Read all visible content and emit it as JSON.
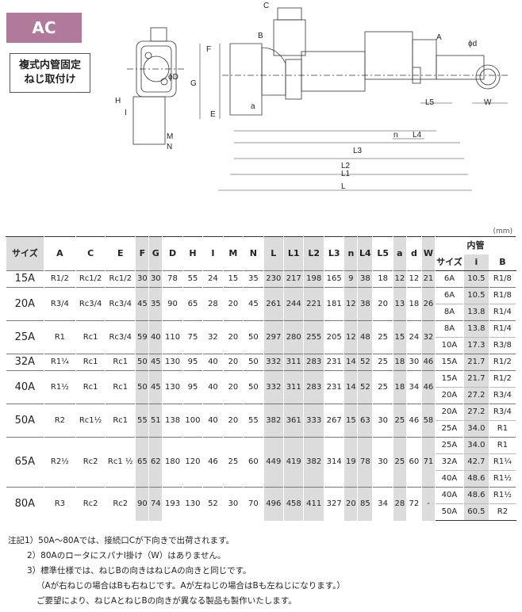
{
  "badge": "AC",
  "subtitle": {
    "line1": "複式内管固定",
    "line2": "ねじ取付け"
  },
  "drawing_labels": {
    "C": "C",
    "A": "A",
    "B": "B",
    "F": "F",
    "G": "G",
    "H": "H",
    "I": "I",
    "phiD": "ϕD",
    "phid": "ϕd",
    "E": "E",
    "a": "a",
    "M": "M",
    "N": "N",
    "n": "n",
    "L5": "L5",
    "L4": "L4",
    "L3": "L3",
    "L2": "L2",
    "L1": "L1",
    "L": "L",
    "W": "W"
  },
  "unit": "(mm)",
  "table": {
    "headers": [
      "サイズ",
      "A",
      "C",
      "E",
      "F",
      "G",
      "D",
      "H",
      "I",
      "M",
      "N",
      "L",
      "L1",
      "L2",
      "L3",
      "n",
      "L4",
      "L5",
      "a",
      "d",
      "W"
    ],
    "inner_pipe": "内管",
    "inner_sub": [
      "サイズ",
      "i",
      "B"
    ],
    "rows": [
      {
        "size": "15A",
        "vals": [
          "R1/2",
          "Rc1/2",
          "Rc1/2",
          "30",
          "30",
          "78",
          "55",
          "24",
          "15",
          "35",
          "230",
          "217",
          "198",
          "165",
          "9",
          "38",
          "18",
          "12",
          "12",
          "21"
        ],
        "pipes": [
          [
            "6A",
            "10.5",
            "R1/8"
          ]
        ]
      },
      {
        "size": "20A",
        "vals": [
          "R3/4",
          "Rc3/4",
          "Rc3/4",
          "45",
          "35",
          "90",
          "65",
          "28",
          "20",
          "45",
          "261",
          "244",
          "221",
          "181",
          "12",
          "38",
          "20",
          "13",
          "18",
          "26"
        ],
        "pipes": [
          [
            "6A",
            "10.5",
            "R1/8"
          ],
          [
            "8A",
            "13.8",
            "R1/4"
          ]
        ]
      },
      {
        "size": "25A",
        "vals": [
          "R1",
          "Rc1",
          "Rc3/4",
          "59",
          "40",
          "110",
          "75",
          "32",
          "20",
          "50",
          "297",
          "280",
          "255",
          "205",
          "12",
          "48",
          "25",
          "15",
          "24",
          "32"
        ],
        "pipes": [
          [
            "8A",
            "13.8",
            "R1/4"
          ],
          [
            "10A",
            "17.3",
            "R3/8"
          ]
        ]
      },
      {
        "size": "32A",
        "vals": [
          "R1¼",
          "Rc1",
          "Rc1",
          "50",
          "45",
          "130",
          "95",
          "40",
          "20",
          "50",
          "332",
          "311",
          "283",
          "231",
          "14",
          "52",
          "25",
          "18",
          "30",
          "46"
        ],
        "pipes": [
          [
            "15A",
            "21.7",
            "R1/2"
          ]
        ]
      },
      {
        "size": "40A",
        "vals": [
          "R1½",
          "Rc1",
          "Rc1",
          "50",
          "45",
          "130",
          "95",
          "40",
          "20",
          "50",
          "332",
          "311",
          "283",
          "231",
          "14",
          "52",
          "25",
          "18",
          "34",
          "46"
        ],
        "pipes": [
          [
            "15A",
            "21.7",
            "R1/2"
          ],
          [
            "20A",
            "27.2",
            "R3/4"
          ]
        ]
      },
      {
        "size": "50A",
        "vals": [
          "R2",
          "Rc1½",
          "Rc1",
          "55",
          "51",
          "138",
          "100",
          "40",
          "20",
          "55",
          "382",
          "361",
          "333",
          "267",
          "15",
          "63",
          "30",
          "25",
          "46",
          "58"
        ],
        "pipes": [
          [
            "20A",
            "27.2",
            "R3/4"
          ],
          [
            "25A",
            "34.0",
            "R1"
          ]
        ]
      },
      {
        "size": "65A",
        "vals": [
          "R2½",
          "Rc2",
          "Rc1 ½",
          "65",
          "62",
          "180",
          "120",
          "46",
          "25",
          "60",
          "449",
          "419",
          "382",
          "314",
          "19",
          "78",
          "30",
          "25",
          "60",
          "71"
        ],
        "pipes": [
          [
            "25A",
            "34.0",
            "R1"
          ],
          [
            "32A",
            "42.7",
            "R1¼"
          ],
          [
            "40A",
            "48.6",
            "R1½"
          ]
        ]
      },
      {
        "size": "80A",
        "vals": [
          "R3",
          "Rc2",
          "Rc2",
          "90",
          "74",
          "193",
          "130",
          "52",
          "30",
          "70",
          "496",
          "458",
          "411",
          "327",
          "20",
          "85",
          "34",
          "28",
          "72",
          "-"
        ],
        "pipes": [
          [
            "40A",
            "48.6",
            "R1½"
          ],
          [
            "50A",
            "60.5",
            "R2"
          ]
        ]
      }
    ]
  },
  "notes": [
    "注記1）50A～80Aでは、接続口Cが下向きで出荷されます。",
    "2）80AのロータにスパナI掛け（W）はありません。",
    "3）標準仕様では、ねじBの向きはねじAの向きと同じです。",
    "（Aが右ねじの場合はBも右ねじです。Aが左ねじの場合はBも左ねじになります。）",
    "ご要望により、ねじAとねじBの向きが異なる製品も製作いたします。"
  ]
}
